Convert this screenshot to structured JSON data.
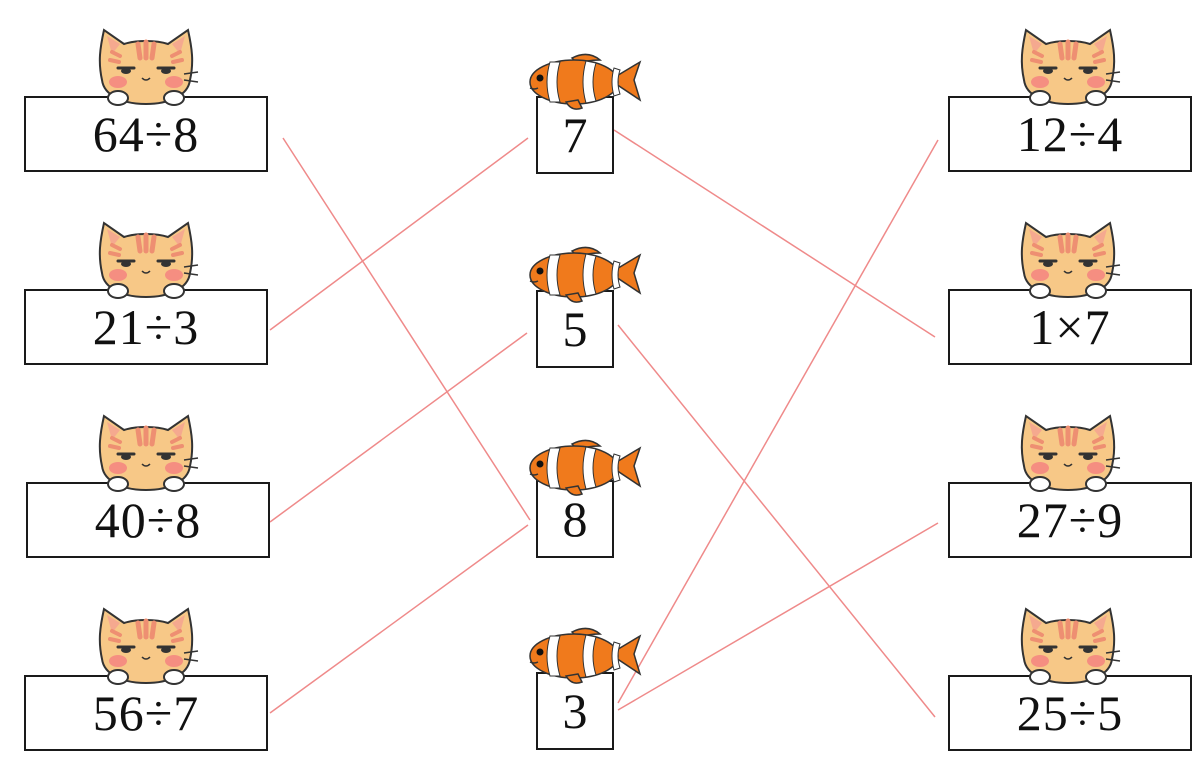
{
  "left": [
    "64÷8",
    "21÷3",
    "40÷8",
    "56÷7"
  ],
  "middle": [
    "7",
    "5",
    "8",
    "3"
  ],
  "right": [
    "12÷4",
    "1×7",
    "27÷9",
    "25÷5"
  ],
  "colors": {
    "line": "#ef8a8a",
    "box_border": "#1a1a1a",
    "cat_fur": "#f7c887",
    "cat_stripe": "#ee8f72",
    "fish_orange": "#f07a1c",
    "fish_stripe": "#ffffff"
  }
}
